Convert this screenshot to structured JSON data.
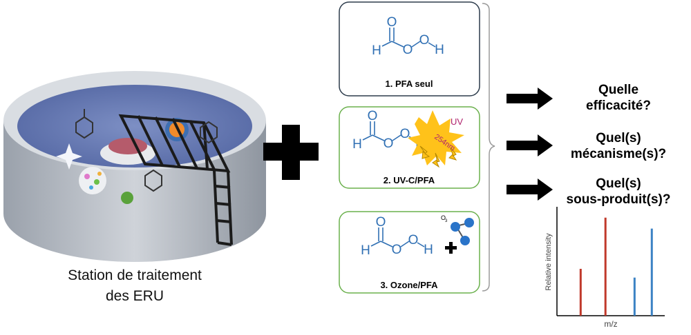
{
  "station": {
    "label_line1": "Station de traitement",
    "label_line2": "des ERU"
  },
  "treatments": [
    {
      "caption": "1. PFA seul",
      "border_color": "#2b3a4a"
    },
    {
      "caption": "2. UV-C/PFA",
      "border_color": "#6ab04c",
      "uv_label": "UV",
      "wavelength_label": "254nm"
    },
    {
      "caption": "3. Ozone/PFA",
      "border_color": "#6ab04c",
      "ozone_label": "O",
      "ozone_subscript": "3"
    }
  ],
  "molecule": {
    "atoms": [
      "O",
      "H",
      "O",
      "O",
      "H"
    ],
    "color": "#2f6fb3"
  },
  "questions": [
    {
      "line1": "Quelle",
      "line2": "efficacité?"
    },
    {
      "line1": "Quel(s)",
      "line2": "mécanisme(s)?"
    },
    {
      "line1": "Quel(s)",
      "line2": "sous-produit(s)?"
    }
  ],
  "spectrum": {
    "ylabel": "Relative intensity",
    "xlabel": "m/z",
    "colors": {
      "red": "#c0392b",
      "blue": "#3b82c4"
    }
  },
  "chart_data": {
    "type": "bar",
    "title": "",
    "xlabel": "m/z",
    "ylabel": "Relative intensity",
    "series": [
      {
        "color": "#c0392b",
        "x": [
          0.22,
          0.45
        ],
        "values": [
          0.43,
          0.9
        ]
      },
      {
        "color": "#3b82c4",
        "x": [
          0.72,
          0.88
        ],
        "values": [
          0.35,
          0.8
        ]
      }
    ],
    "ylim": [
      0,
      1
    ],
    "grid": false
  }
}
